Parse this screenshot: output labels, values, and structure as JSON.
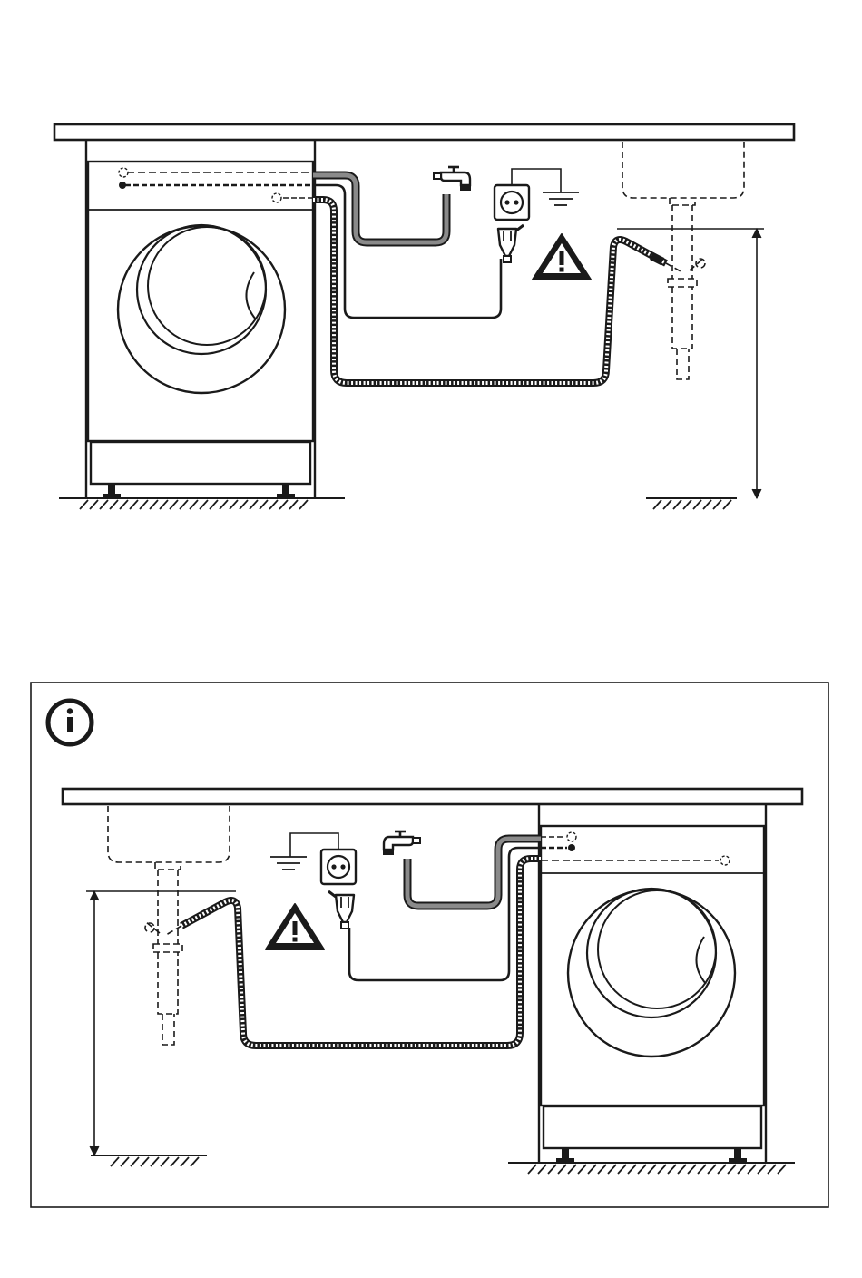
{
  "figures": [
    {
      "id": "top",
      "label": "",
      "orientation": "machine-left"
    },
    {
      "id": "bottom",
      "label": "",
      "orientation": "machine-right",
      "note": {
        "icon": "info-icon",
        "text": ""
      }
    }
  ],
  "icons": [
    "washing-machine-icon",
    "water-tap-icon",
    "power-socket-icon",
    "ground-symbol-icon",
    "plug-icon",
    "warning-triangle-icon",
    "sink-icon",
    "height-dimension-icon"
  ],
  "colors": {
    "stroke": "#1a1a1a",
    "inlet_hose": "#8a8a8a",
    "background": "#ffffff"
  }
}
